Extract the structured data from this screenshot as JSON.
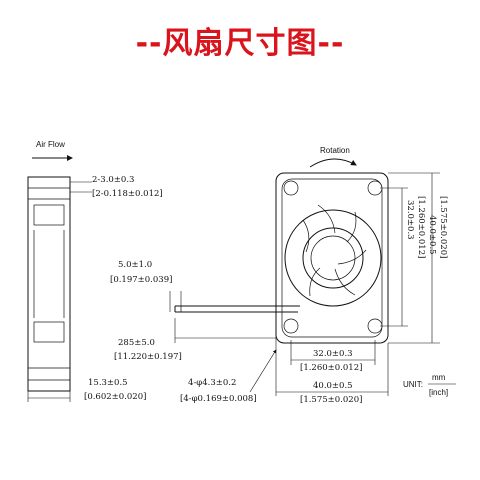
{
  "title": "--风扇尺寸图--",
  "labels": {
    "air_flow": "Air Flow",
    "rotation": "Rotation",
    "unit_prefix": "UNIT:",
    "unit_top": "mm",
    "unit_bottom": "[inch]"
  },
  "dimensions": {
    "screw_depth": "2-3.0±0.3",
    "screw_depth_inch": "[2-0.118±0.012]",
    "lead_strip": "5.0±1.0",
    "lead_strip_inch": "[0.197±0.039]",
    "lead_length": "285±5.0",
    "lead_length_inch": "[11.220±0.197]",
    "thickness": "15.3±0.5",
    "thickness_inch": "[0.602±0.020]",
    "hole": "4-φ4.3±0.2",
    "hole_inch": "[4-φ0.169±0.008]",
    "hole_spacing_h": "32.0±0.3",
    "hole_spacing_h_inch": "[1.260±0.012]",
    "width": "40.0±0.5",
    "width_inch": "[1.575±0.020]",
    "hole_spacing_v": "32.0±0.3",
    "hole_spacing_v_inch": "[1.260±0.012]",
    "height": "40.0±0.5",
    "height_inch": "[1.575±0.020]"
  }
}
